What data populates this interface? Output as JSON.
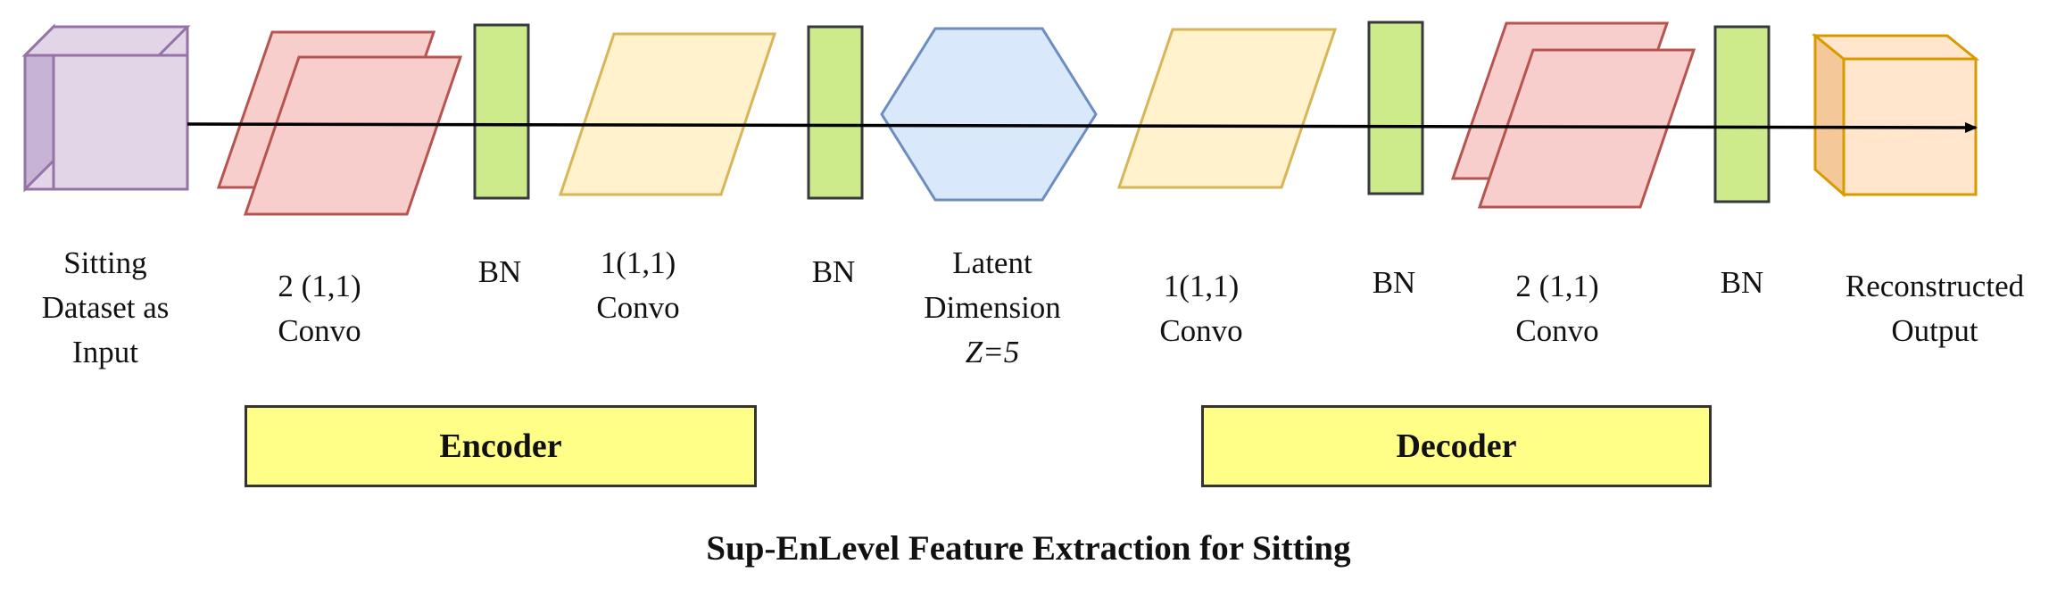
{
  "diagram": {
    "labels": {
      "input": [
        "Sitting",
        "Dataset as",
        "Input"
      ],
      "enc_conv2": [
        "2 (1,1)",
        "Convo"
      ],
      "enc_bn1": [
        "BN"
      ],
      "enc_conv1": [
        "1(1,1)",
        "Convo"
      ],
      "enc_bn2": [
        "BN"
      ],
      "latent": [
        "Latent",
        "Dimension",
        "Z=5"
      ],
      "dec_conv1": [
        "1(1,1)",
        "Convo"
      ],
      "dec_bn1": [
        "BN"
      ],
      "dec_conv2": [
        "2 (1,1)",
        "Convo"
      ],
      "dec_bn2": [
        "BN"
      ],
      "output": [
        "Reconstructed",
        "Output"
      ]
    },
    "encoder_label": "Encoder",
    "decoder_label": "Decoder",
    "caption": "Sup-EnLevel Feature Extraction for Sitting"
  },
  "colors": {
    "input_fill": "#e1d5e7",
    "input_stroke": "#9673a6",
    "conv2_fill": "#f8cecc",
    "conv2_stroke": "#b85450",
    "conv1_fill": "#fff2cc",
    "conv1_stroke": "#d6b656",
    "bn_fill": "#cdeb8b",
    "bn_stroke": "#36393d",
    "latent_fill": "#dae8fc",
    "latent_stroke": "#6c8ebf",
    "output_fill": "#ffe6cc",
    "output_stroke": "#d79b00",
    "box_fill": "#ffff88"
  }
}
